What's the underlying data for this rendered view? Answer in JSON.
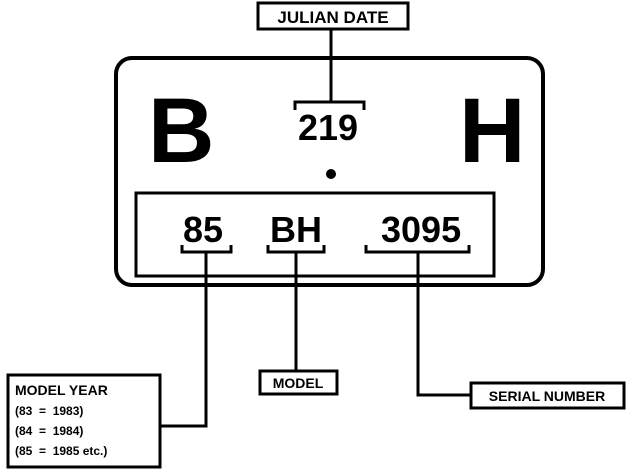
{
  "plate": {
    "left_letter": "B",
    "right_letter": "H",
    "julian_value": "219",
    "model_year_value": "85",
    "model_value": "BH",
    "serial_value": "3095"
  },
  "labels": {
    "julian_date": "JULIAN DATE",
    "model": "MODEL",
    "serial_number": "SERIAL NUMBER",
    "model_year_title": "MODEL YEAR",
    "model_year_lines": [
      "(83  =  1983)",
      "(84  =  1984)",
      "(85  =  1985 etc.)"
    ]
  },
  "colors": {
    "ink": "#000000",
    "paper": "#ffffff"
  }
}
